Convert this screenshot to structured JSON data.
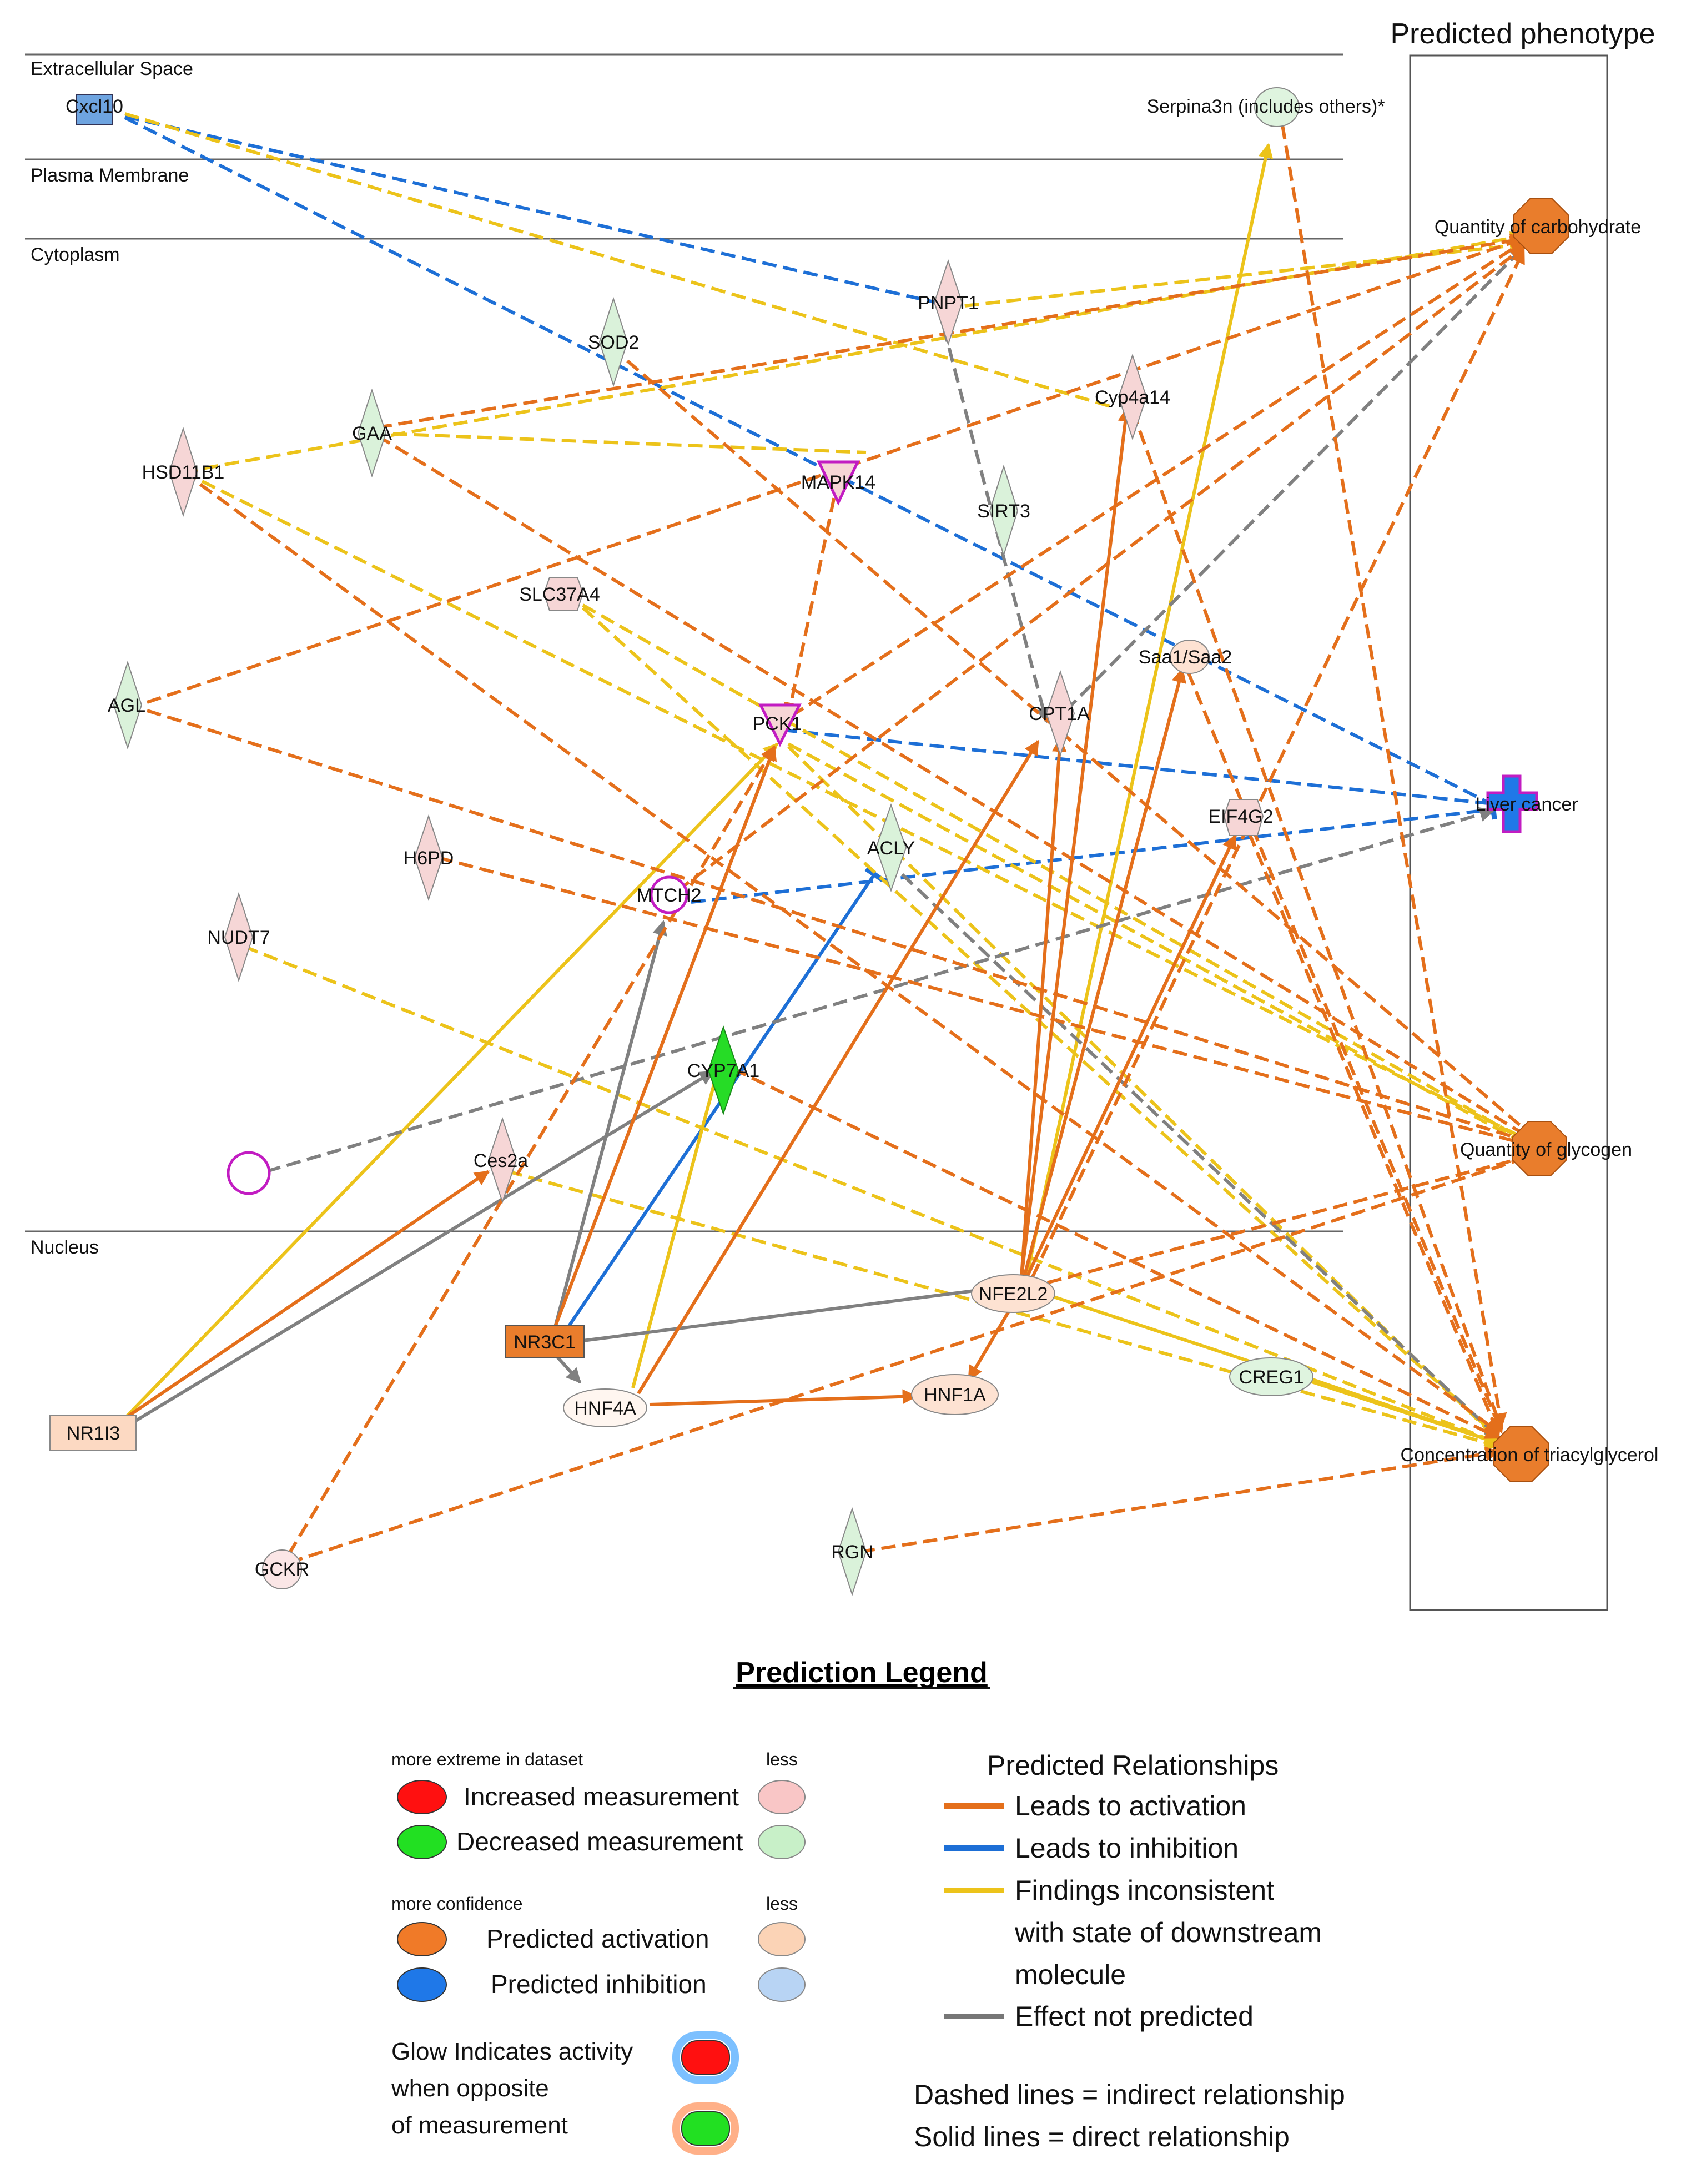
{
  "layers": {
    "extracellular": "Extracellular Space",
    "plasma_membrane": "Plasma Membrane",
    "cytoplasm": "Cytoplasm",
    "nucleus": "Nucleus"
  },
  "phenotype_header": "Predicted phenotype",
  "nodes": {
    "cxcl10": "Cxcl10",
    "serpina3n": "Serpina3n (includes others)*",
    "pnpt1": "PNPT1",
    "sod2": "SOD2",
    "gaa": "GAA",
    "hsd11b1": "HSD11B1",
    "cyp4a14": "Cyp4a14",
    "mapk14": "MAPK14",
    "sirt3": "SIRT3",
    "slc37a4": "SLC37A4",
    "saa": "Saa1/Saa2",
    "agl": "AGL",
    "pck1": "PCK1",
    "cpt1a": "CPT1A",
    "eif4g2": "EIF4G2",
    "h6pd": "H6PD",
    "acly": "ACLY",
    "mtch2": "MTCH2",
    "nudt7": "NUDT7",
    "cyp7a1": "CYP7A1",
    "ces2a": "Ces2a",
    "nfe2l2": "NFE2L2",
    "nr3c1": "NR3C1",
    "hnf4a": "HNF4A",
    "hnf1a": "HNF1A",
    "creg1": "CREG1",
    "nr1i3": "NR1I3",
    "gckr": "GCKR",
    "rgn": "RGN"
  },
  "phenotypes": {
    "carbohydrate": "Quantity of carbohydrate",
    "liver_cancer": "Liver cancer",
    "glycogen": "Quantity of glycogen",
    "triacylglycerol": "Concentration of triacylglycerol"
  },
  "legend": {
    "title": "Prediction Legend",
    "more_extreme": "more extreme in dataset",
    "less": "less",
    "increased": "Increased measurement",
    "decreased": "Decreased measurement",
    "more_confidence": "more confidence",
    "predicted_activation": "Predicted activation",
    "predicted_inhibition": "Predicted inhibition",
    "glow_line1": "Glow Indicates activity",
    "glow_line2": "when opposite",
    "glow_line3": "of measurement",
    "relationships_title": "Predicted Relationships",
    "leads_activation": "Leads to activation",
    "leads_inhibition": "Leads to inhibition",
    "inconsistent_line1": "Findings inconsistent",
    "inconsistent_line2": "with state of downstream",
    "inconsistent_line3": "molecule",
    "not_predicted": "Effect not predicted",
    "dashed_note": "Dashed lines = indirect relationship",
    "solid_note": "Solid lines = direct relationship"
  },
  "colors": {
    "activation": "#e46f1b",
    "inhibition": "#1d6fd6",
    "inconsistent": "#ecc31a",
    "not_predicted": "#808080",
    "increased_strong": "#ff1010",
    "increased_light": "#f9c6c6",
    "decreased_strong": "#22e022",
    "decreased_light": "#c8f0c8",
    "activation_strong": "#f07a28",
    "activation_light": "#fbd3b6",
    "inhibition_strong": "#1f78e8",
    "inhibition_light": "#b8d4f4",
    "glow_magenta": "#c21cc2"
  }
}
